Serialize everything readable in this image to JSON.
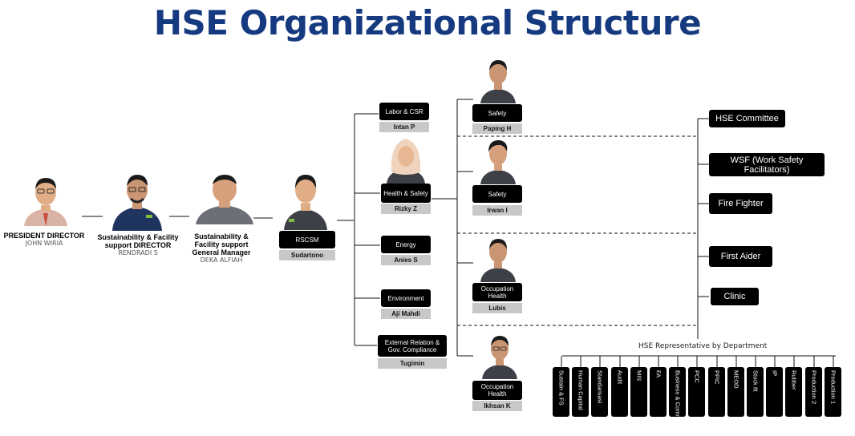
{
  "title": "HSE Organizational Structure",
  "executives": [
    {
      "title": "PRESIDENT DIRECTOR",
      "name": "JOHN WIRIA"
    },
    {
      "title": "Sustainability & Facility support DIRECTOR",
      "name": "RENDRADI S"
    },
    {
      "title": "Sustainability & Facility support General Manager",
      "name": "DEKA ALFIAH"
    }
  ],
  "rcsm": {
    "role": "RSCSM",
    "name": "Sudartono"
  },
  "functions": [
    {
      "role": "Labor & CSR",
      "name": "Intan P"
    },
    {
      "role": "Health & Safety",
      "name": "Rizky Z"
    },
    {
      "role": "Energy",
      "name": "Anies S"
    },
    {
      "role": "Environment",
      "name": "Aji Mahdi"
    },
    {
      "role": "External Relation & Gov. Compliance",
      "name": "Tugimin"
    }
  ],
  "hs_staff": [
    {
      "role": "Safety",
      "name": "Paping H"
    },
    {
      "role": "Safety",
      "name": "Irwan I"
    },
    {
      "role": "Occupation Health",
      "name": "Lubis"
    },
    {
      "role": "Occupation Health",
      "name": "Ikhsan K"
    }
  ],
  "teams": [
    {
      "label": "HSE Committee"
    },
    {
      "label": "WSF (Work Safety Facilitators)"
    },
    {
      "label": "Fire Fighter"
    },
    {
      "label": "First Aider"
    },
    {
      "label": "Clinic"
    }
  ],
  "departments_title": "HSE Representative by Department",
  "departments": [
    "Sustain & FS",
    "Human Capital",
    "Standarisasi",
    "Audit",
    "MIS",
    "FA",
    "Business & Commercial",
    "PCC",
    "PPIC",
    "MEOD",
    "Stock Ilt",
    "IP",
    "Rubber",
    "Production 2",
    "Production 1"
  ],
  "colors": {
    "title": "#163a80",
    "box": "#000000",
    "name_box": "#c8c8c8",
    "shirt_dark": "#3e4048",
    "shirt_navy": "#1f3560",
    "skin": "#e0ad86",
    "hair": "#1a1a1a",
    "hijab": "#efd3bd"
  }
}
